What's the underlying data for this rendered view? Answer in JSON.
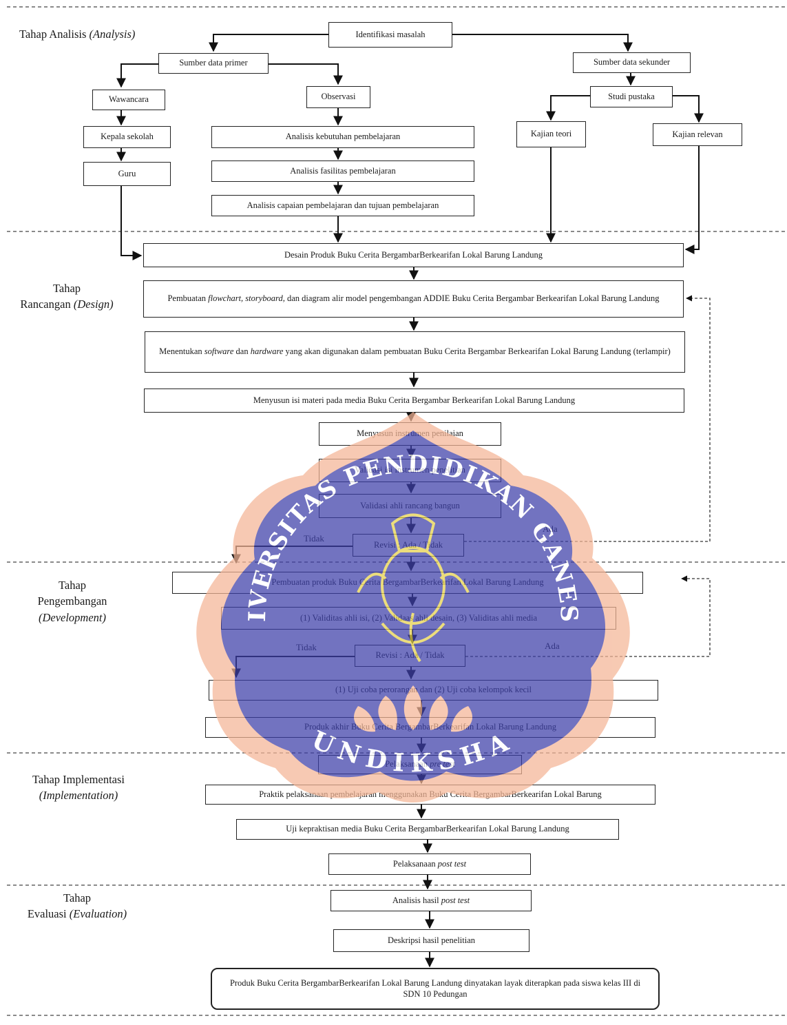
{
  "phases": {
    "analysis": {
      "label": "Tahap Analisis",
      "en": "(Analysis)"
    },
    "design": {
      "line1": "Tahap",
      "line2": "Rancangan",
      "en": "(Design)"
    },
    "development": {
      "line1": "Tahap",
      "line2": "Pengembangan",
      "en": "(Development)"
    },
    "implementation": {
      "line1": "Tahap Implementasi",
      "en": "(Implementation)"
    },
    "evaluation": {
      "line1": "Tahap",
      "line2": "Evaluasi",
      "en": "(Evaluation)"
    }
  },
  "analysis": {
    "identifikasi": "Identifikasi masalah",
    "primer": "Sumber data primer",
    "sekunder": "Sumber data sekunder",
    "wawancara": "Wawancara",
    "observasi": "Observasi",
    "studi": "Studi pustaka",
    "kepala": "Kepala sekolah",
    "guru": "Guru",
    "kajian_teori": "Kajian teori",
    "kajian_relevan": "Kajian relevan",
    "kebutuhan": "Analisis kebutuhan pembelajaran",
    "fasilitas": "Analisis fasilitas pembelajaran",
    "capaian": "Analisis capaian pembelajaran dan tujuan pembelajaran"
  },
  "design": {
    "desain": "Desain Produk Buku Cerita BergambarBerkearifan Lokal Barung Landung",
    "pembuatan_a": "Pembuatan ",
    "flowchart": "flowchart, storyboard,",
    "pembuatan_b": " dan diagram alir model pengembangan ADDIE  Buku Cerita Bergambar Berkearifan Lokal Barung Landung",
    "menentukan_a": "Menentukan ",
    "software": "software",
    "menentukan_b": " dan ",
    "hardware": "hardware",
    "menentukan_c": " yang akan digunakan dalam pembuatan Buku Cerita Bergambar Berkearifan Lokal Barung Landung (terlampir)",
    "menyusun_materi": "Menyusun isi materi pada media Buku Cerita Bergambar Berkearifan Lokal Barung Landung",
    "instrumen": "Menyusun instrumen penilaian",
    "validasi_isi": "Validasi isi instrumen penelitian",
    "validasi_ahli": "Validasi ahli rancang bangun",
    "revisi": "Revisi : Ada / Tidak",
    "tidak": "Tidak",
    "ada": "Ada"
  },
  "development": {
    "pembuatan_produk": "Pembuatan produk Buku Cerita BergambarBerkearifan Lokal Barung Landung",
    "validitas": "(1)  Validitas ahli isi, (2) Validaas ahli desain, (3) Validitas ahli media",
    "revisi": "Revisi : Ada / Tidak",
    "tidak": "Tidak",
    "ada": "Ada",
    "uji_coba": "(1) Uji coba perorangan dan (2) Uji coba kelompok kecil",
    "produk_akhir": "Produk akhir Buku Cerita BergambarBerkearifan Lokal Barung Landung"
  },
  "implementation": {
    "pre_a": "Pelaksanaan ",
    "pre_b": "pre test",
    "praktik": "Praktik pelaksanaan pembelajaran menggunakan Buku Cerita BergambarBerkearifan Lokal Barung",
    "uji_kepraktisan": "Uji kepraktisan media Buku Cerita BergambarBerkearifan Lokal Barung Landung",
    "post_a": "Pelaksanaan ",
    "post_b": "post test"
  },
  "evaluation": {
    "analisis_a": "Analisis hasil ",
    "analisis_b": "post test",
    "deskripsi": "Deskripsi hasil penelitian",
    "final": "Produk Buku Cerita BergambarBerkearifan Lokal Barung Landung dinyatakan layak diterapkan pada siswa kelas III di SDN 10 Pedungan"
  },
  "watermark": {
    "arc_top": "UNIVERSITAS PENDIDIKAN GANESHA",
    "arc_bottom": "UNDIKSHA",
    "colors": {
      "petal": "#f4b596",
      "body": "#3c3ea9",
      "gold": "#e5d14a"
    }
  }
}
